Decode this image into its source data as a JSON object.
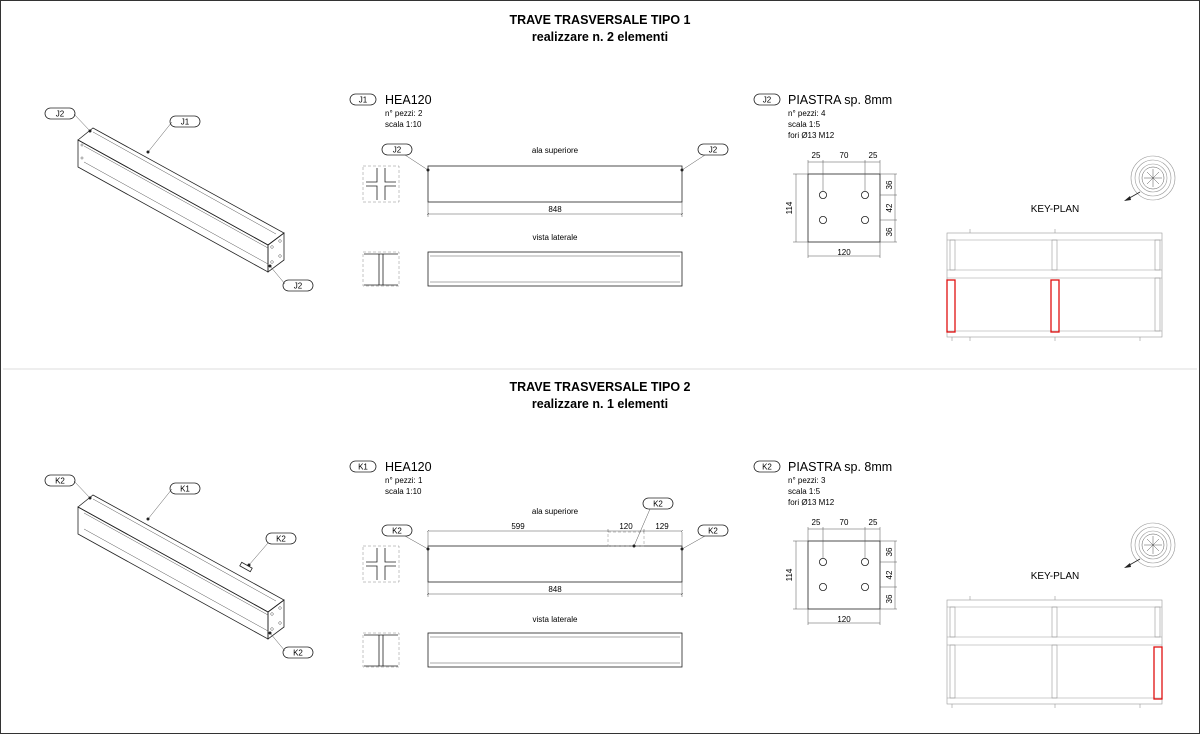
{
  "sections": [
    {
      "title": "TRAVE TRASVERSALE TIPO 1",
      "subtitle": "realizzare n. 2 elementi",
      "iso": {
        "beam_tag": "J1",
        "plate_tags": [
          "J2",
          "J2"
        ]
      },
      "beam": {
        "tag": "J1",
        "name": "HEA120",
        "info": [
          "n° pezzi: 2",
          "scala 1:10"
        ],
        "top_label": "ala superiore",
        "side_label": "vista laterale",
        "end_tags": [
          "J2",
          "J2"
        ],
        "length": "848",
        "mid_tag": "",
        "segments": []
      },
      "plate": {
        "tag": "J2",
        "name": "PIASTRA sp. 8mm",
        "info": [
          "n° pezzi: 4",
          "scala 1:5",
          "fori Ø13 M12"
        ],
        "top_dims": [
          "25",
          "70",
          "25"
        ],
        "right_dims": [
          "36",
          "42",
          "36"
        ],
        "height": "114",
        "width": "120"
      },
      "keyplan": {
        "label": "KEY-PLAN",
        "highlight": "left"
      }
    },
    {
      "title": "TRAVE TRASVERSALE TIPO 2",
      "subtitle": "realizzare n. 1 elementi",
      "iso": {
        "beam_tag": "K1",
        "plate_tags": [
          "K2",
          "K2",
          "K2"
        ]
      },
      "beam": {
        "tag": "K1",
        "name": "HEA120",
        "info": [
          "n° pezzi: 1",
          "scala 1:10"
        ],
        "top_label": "ala superiore",
        "side_label": "vista laterale",
        "end_tags": [
          "K2",
          "K2"
        ],
        "length": "848",
        "mid_tag": "K2",
        "segments": [
          "599",
          "120",
          "129"
        ]
      },
      "plate": {
        "tag": "K2",
        "name": "PIASTRA sp. 8mm",
        "info": [
          "n° pezzi: 3",
          "scala 1:5",
          "fori Ø13 M12"
        ],
        "top_dims": [
          "25",
          "70",
          "25"
        ],
        "right_dims": [
          "36",
          "42",
          "36"
        ],
        "height": "114",
        "width": "120"
      },
      "keyplan": {
        "label": "KEY-PLAN",
        "highlight": "right"
      }
    }
  ],
  "colors": {
    "line": "#222222",
    "highlight": "#e01010",
    "grid": "#999999"
  }
}
